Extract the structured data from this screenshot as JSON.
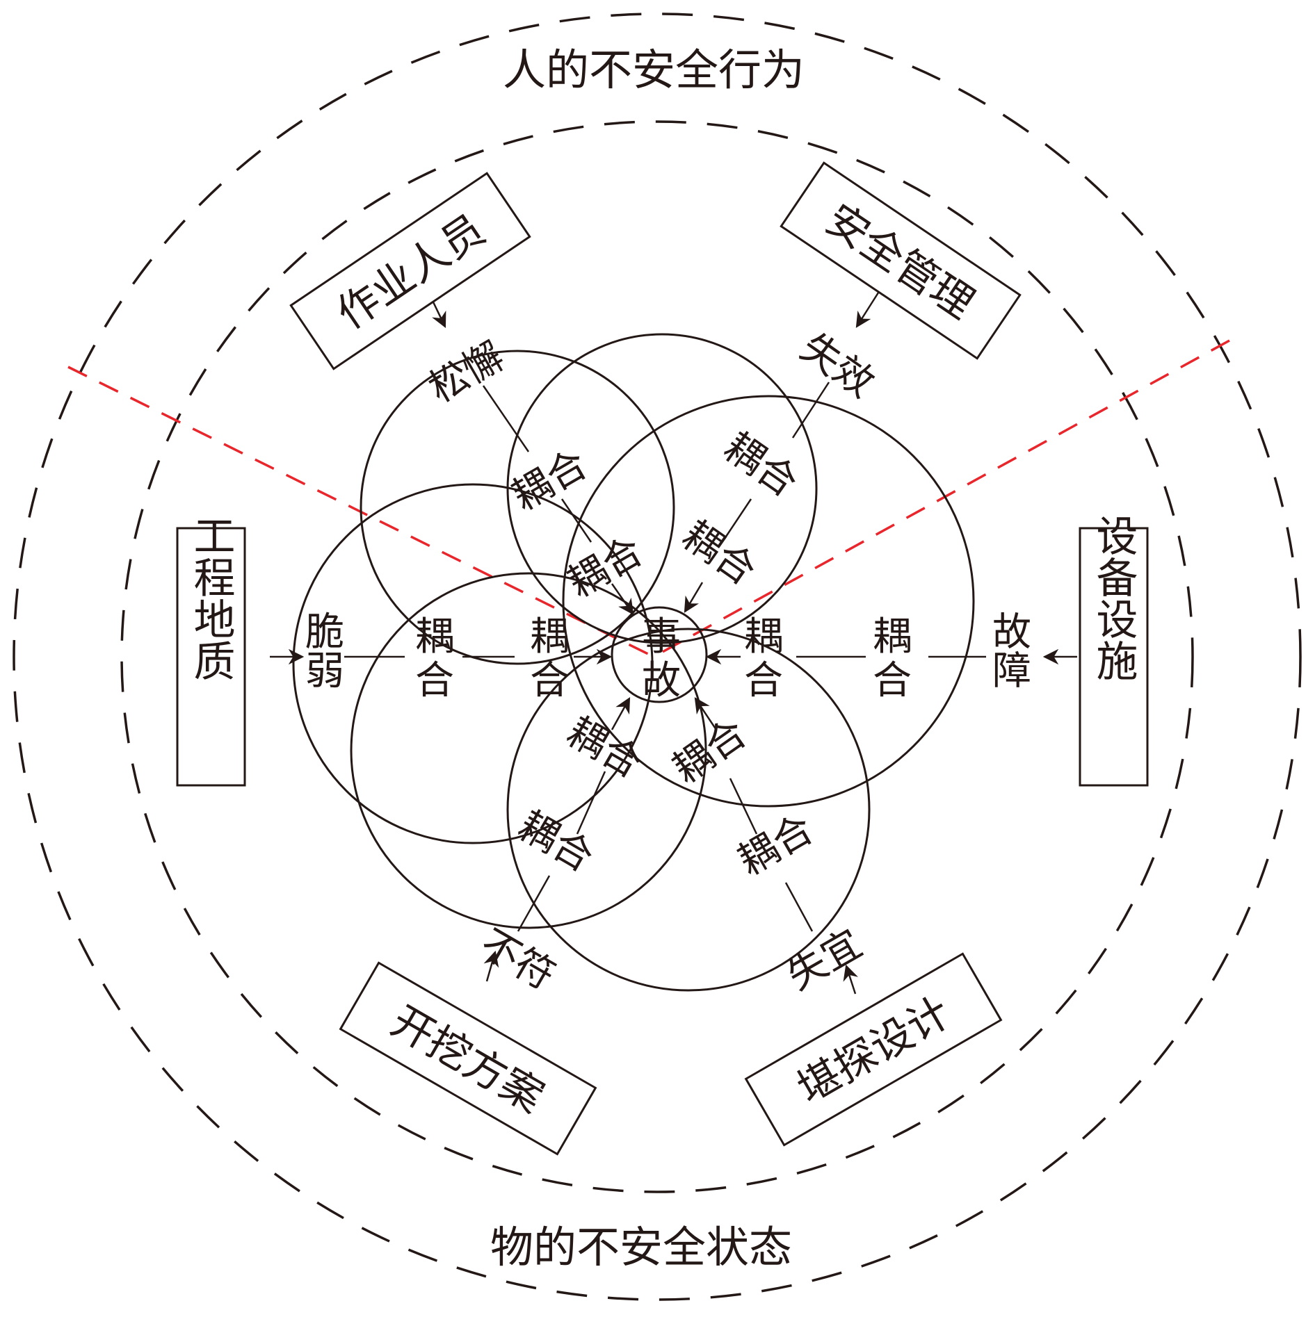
{
  "outer_top_label": "人的不安全行为",
  "outer_bottom_label": "物的不安全状态",
  "center": [
    "事",
    "故"
  ],
  "factors": {
    "operator": "作业人员",
    "safety_mgmt": "安全管理",
    "geology": "工程地质",
    "equipment": "设备设施",
    "excavation": "开挖方案",
    "survey_design": "堪探设计"
  },
  "states": {
    "slack": "松懈",
    "failure": "失效",
    "fragile": "脆弱",
    "fault": "故障",
    "mismatch": "不符",
    "improper": "失宜"
  },
  "coupling": [
    "耦",
    "合"
  ]
}
